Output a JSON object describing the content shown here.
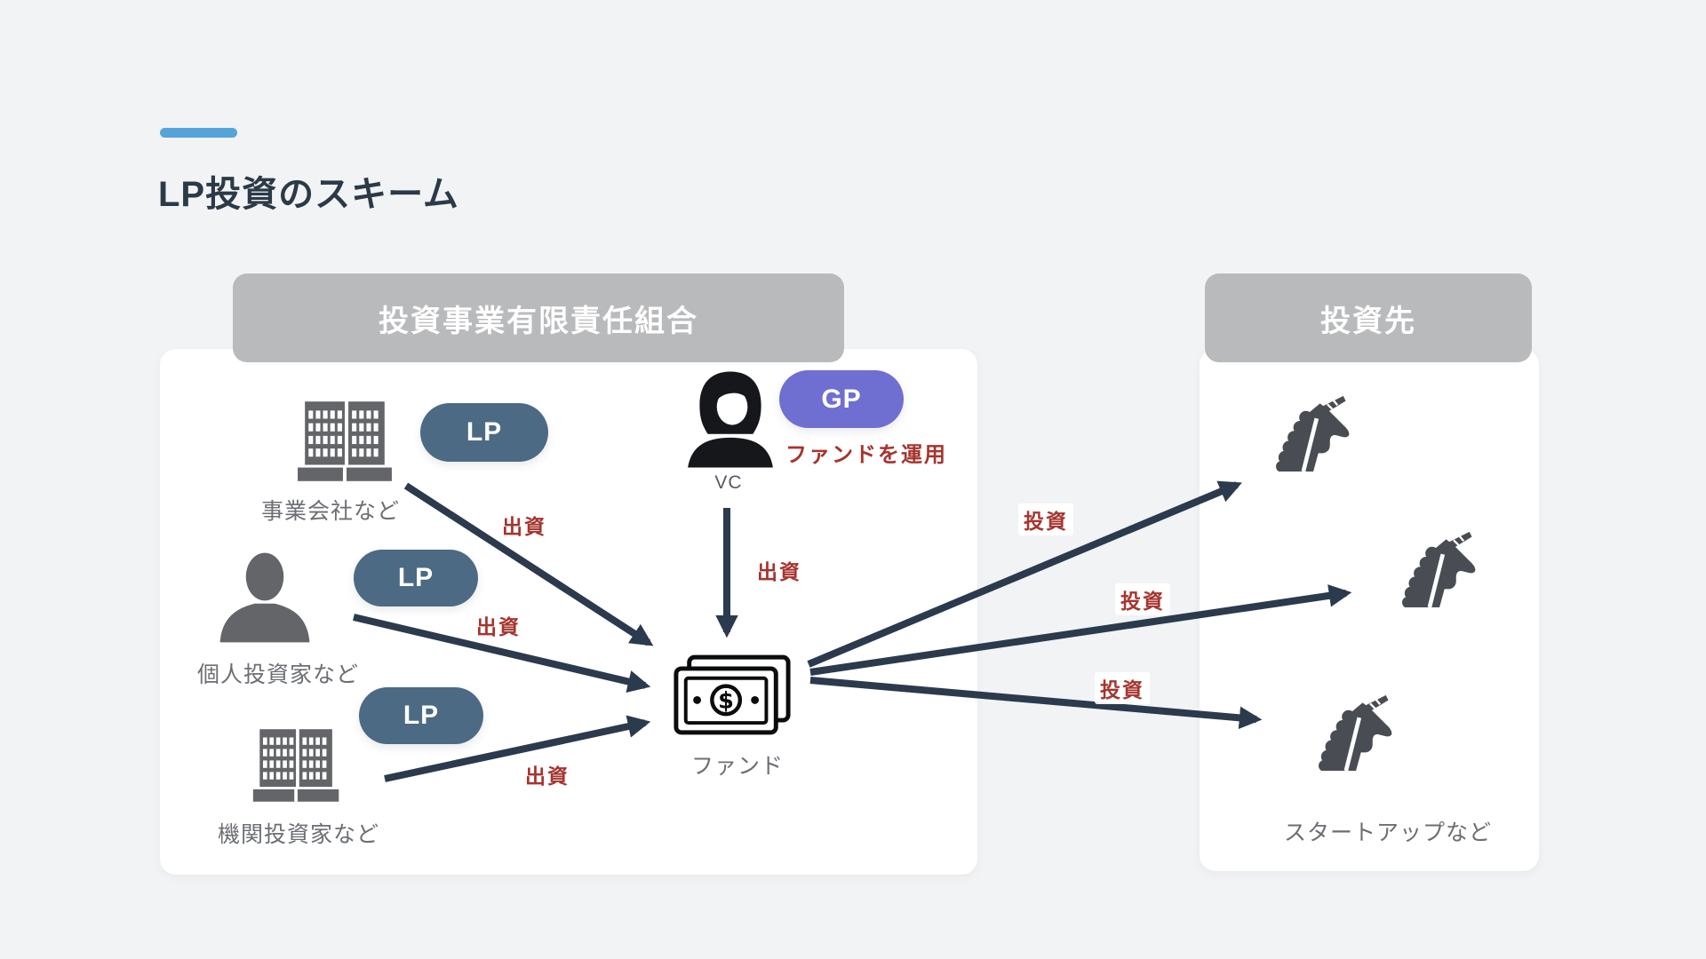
{
  "page": {
    "title": "LP投資のスキーム"
  },
  "colors": {
    "background": "#f2f3f5",
    "accent_line": "#55a4d9",
    "title_text": "#2c3947",
    "card_bg": "#ffffff",
    "group_header_bg": "#b9babc",
    "group_header_text": "#ffffff",
    "lp_badge_bg": "#4c6a84",
    "gp_badge_bg": "#6f6fd2",
    "badge_text": "#ffffff",
    "arrow": "#2b3a4d",
    "flow_label_text": "#a5352f",
    "entity_label_text": "#6b6e73",
    "building_icon_gray": "#636569",
    "unicorn_icon_gray": "#494d53"
  },
  "partnership": {
    "header": "投資事業有限責任組合",
    "investors": [
      {
        "icon": "office-building-icon",
        "badge": "LP",
        "label": "事業会社など"
      },
      {
        "icon": "person-icon",
        "badge": "LP",
        "label": "個人投資家など"
      },
      {
        "icon": "office-building-icon",
        "badge": "LP",
        "label": "機関投資家など"
      }
    ],
    "manager": {
      "icon": "vc-woman-icon",
      "badge": "GP",
      "label": "VC",
      "role_note": "ファンドを運用"
    },
    "fund": {
      "icon": "banknote-icon",
      "label": "ファンド"
    }
  },
  "investees": {
    "header": "投資先",
    "icon": "unicorn-icon",
    "count": 3,
    "label": "スタートアップなど"
  },
  "flow_labels": {
    "contribution": "出資",
    "investment": "投資"
  }
}
